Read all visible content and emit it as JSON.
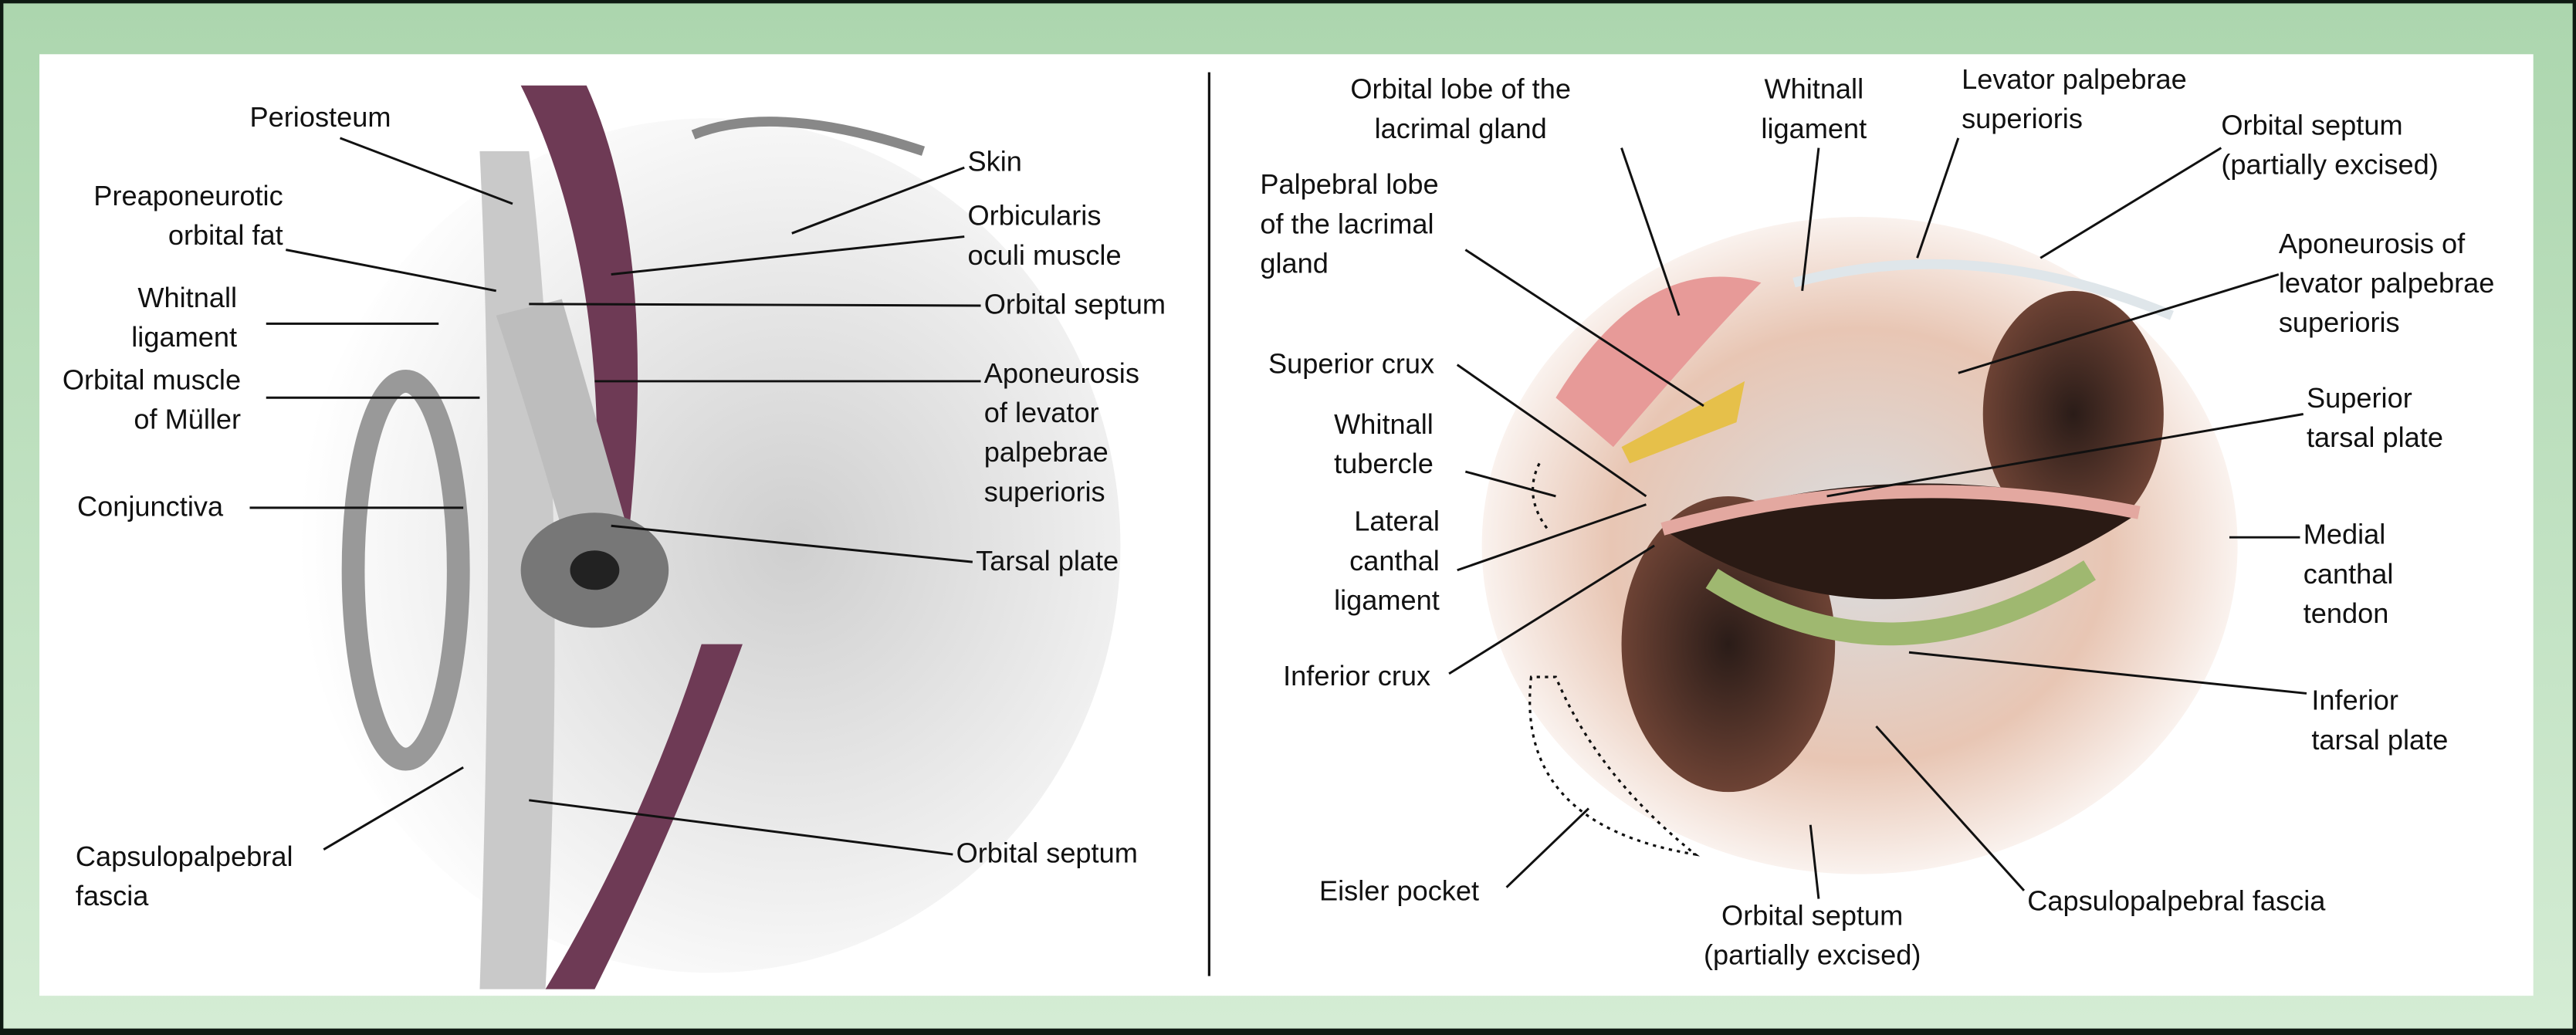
{
  "left_panel": {
    "labels": [
      {
        "lines": [
          "Periosteum"
        ]
      },
      {
        "lines": [
          "Preaponeurotic",
          "orbital fat"
        ]
      },
      {
        "lines": [
          "Whitnall",
          "ligament"
        ]
      },
      {
        "lines": [
          "Orbital muscle",
          "of Müller"
        ]
      },
      {
        "lines": [
          "Conjunctiva"
        ]
      },
      {
        "lines": [
          "Capsulopalpebral",
          "fascia"
        ]
      },
      {
        "lines": [
          "Skin"
        ]
      },
      {
        "lines": [
          "Orbicularis",
          "oculi muscle"
        ]
      },
      {
        "lines": [
          "Orbital septum"
        ]
      },
      {
        "lines": [
          "Aponeurosis",
          "of levator",
          "palpebrae",
          "superioris"
        ]
      },
      {
        "lines": [
          "Tarsal plate"
        ]
      },
      {
        "lines": [
          "Orbital septum"
        ]
      }
    ]
  },
  "right_panel": {
    "labels": [
      {
        "lines": [
          "Orbital lobe of the",
          "lacrimal gland"
        ]
      },
      {
        "lines": [
          "Whitnall",
          "ligament"
        ]
      },
      {
        "lines": [
          "Levator palpebrae",
          "superioris"
        ]
      },
      {
        "lines": [
          "Orbital septum",
          "(partially excised)"
        ]
      },
      {
        "lines": [
          "Palpebral lobe",
          "of the lacrimal",
          "gland"
        ]
      },
      {
        "lines": [
          "Aponeurosis of",
          "levator palpebrae",
          "superioris"
        ]
      },
      {
        "lines": [
          "Superior crux"
        ]
      },
      {
        "lines": [
          "Whitnall",
          "tubercle"
        ]
      },
      {
        "lines": [
          "Superior",
          "tarsal plate"
        ]
      },
      {
        "lines": [
          "Lateral",
          "canthal",
          "ligament"
        ]
      },
      {
        "lines": [
          "Medial",
          "canthal",
          "tendon"
        ]
      },
      {
        "lines": [
          "Inferior crux"
        ]
      },
      {
        "lines": [
          "Inferior",
          "tarsal plate"
        ]
      },
      {
        "lines": [
          "Eisler pocket"
        ]
      },
      {
        "lines": [
          "Orbital septum",
          "(partially excised)"
        ]
      },
      {
        "lines": [
          "Capsulopalpebral fascia"
        ]
      }
    ]
  },
  "colors": {
    "frame_green": "#acd6ae",
    "muscle": "#6e3a55",
    "tissue": "#e6b8a8"
  }
}
